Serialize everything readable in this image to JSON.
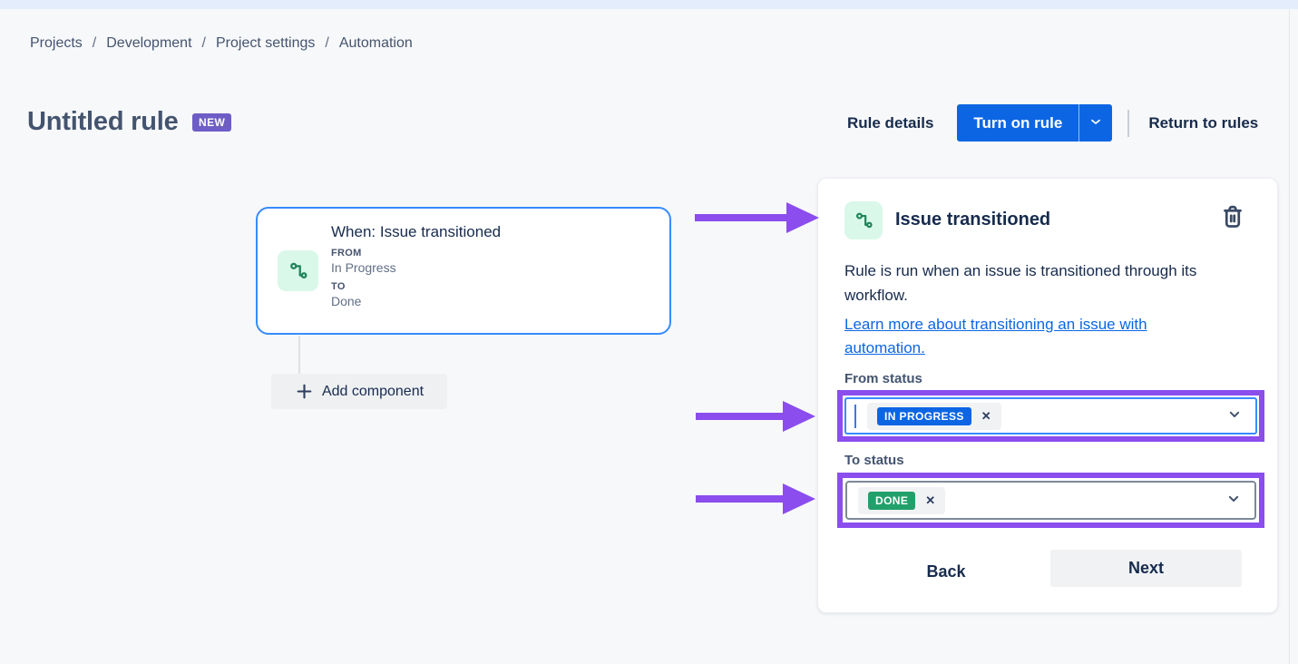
{
  "breadcrumb": {
    "separator": "/",
    "items": [
      "Projects",
      "Development",
      "Project settings",
      "Automation"
    ]
  },
  "header": {
    "title": "Untitled rule",
    "badge": "NEW",
    "rule_details_label": "Rule details",
    "turn_on_rule_label": "Turn on rule",
    "return_to_rules_label": "Return to rules"
  },
  "canvas": {
    "trigger_card": {
      "title": "When: Issue transitioned",
      "from_label": "FROM",
      "from_value": "In Progress",
      "to_label": "TO",
      "to_value": "Done"
    },
    "add_component_label": "Add component"
  },
  "panel": {
    "title": "Issue transitioned",
    "description": "Rule is run when an issue is transitioned through its workflow.",
    "learn_more_link": "Learn more about transitioning an issue with automation.",
    "from_status": {
      "label": "From status",
      "selected_value": "IN PROGRESS",
      "remove_glyph": "✕"
    },
    "to_status": {
      "label": "To status",
      "selected_value": "DONE",
      "remove_glyph": "✕"
    },
    "back_label": "Back",
    "next_label": "Next"
  },
  "colors": {
    "accent_blue": "#0C66E4",
    "focus_blue": "#388BFF",
    "badge_purple": "#6E5DC6",
    "annotation_purple": "#8B4DED",
    "status_in_progress": "#0C66E4",
    "status_done": "#22A06B",
    "icon_green": "#1F845A",
    "icon_bg_mint": "#D9F8EA",
    "page_bg": "#F7F8F9"
  }
}
